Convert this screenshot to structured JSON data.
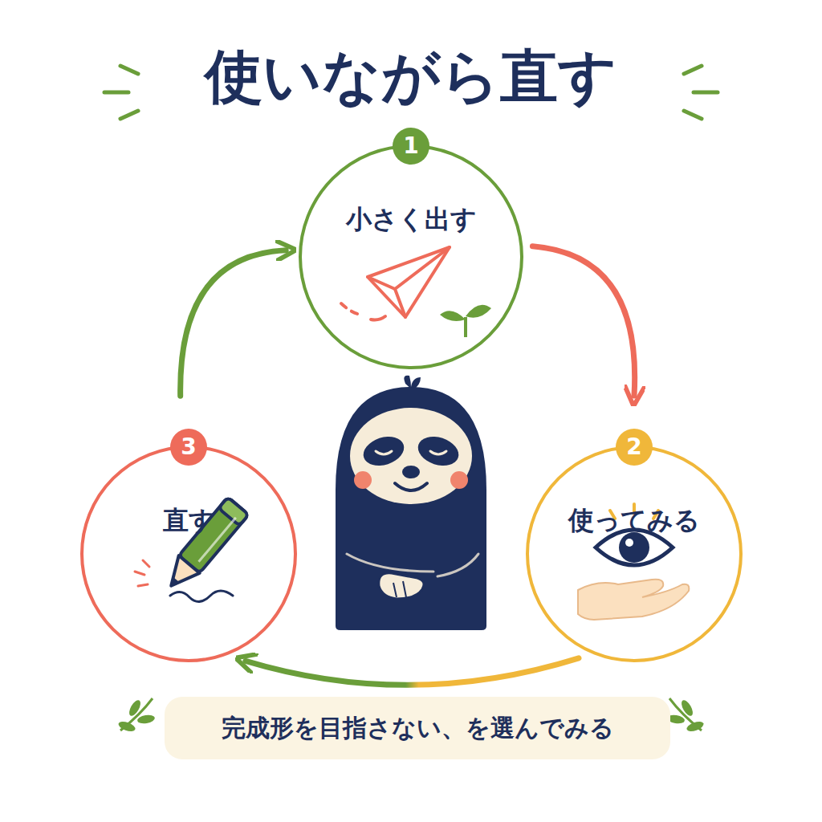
{
  "diagram": {
    "title": "使いながら直す",
    "caption": "完成形を目指さない、を選んでみる",
    "nodes": [
      {
        "text": [
          "1",
          "小さく出す"
        ]
      },
      {
        "text": [
          "2",
          "使ってみる"
        ]
      },
      {
        "text": [
          "3",
          "直す"
        ]
      }
    ],
    "edges": [
      {
        "from": 0,
        "to": 1,
        "arrow": "to"
      },
      {
        "from": 1,
        "to": 2,
        "arrow": "to"
      },
      {
        "from": 2,
        "to": 0,
        "arrow": "to"
      }
    ]
  }
}
